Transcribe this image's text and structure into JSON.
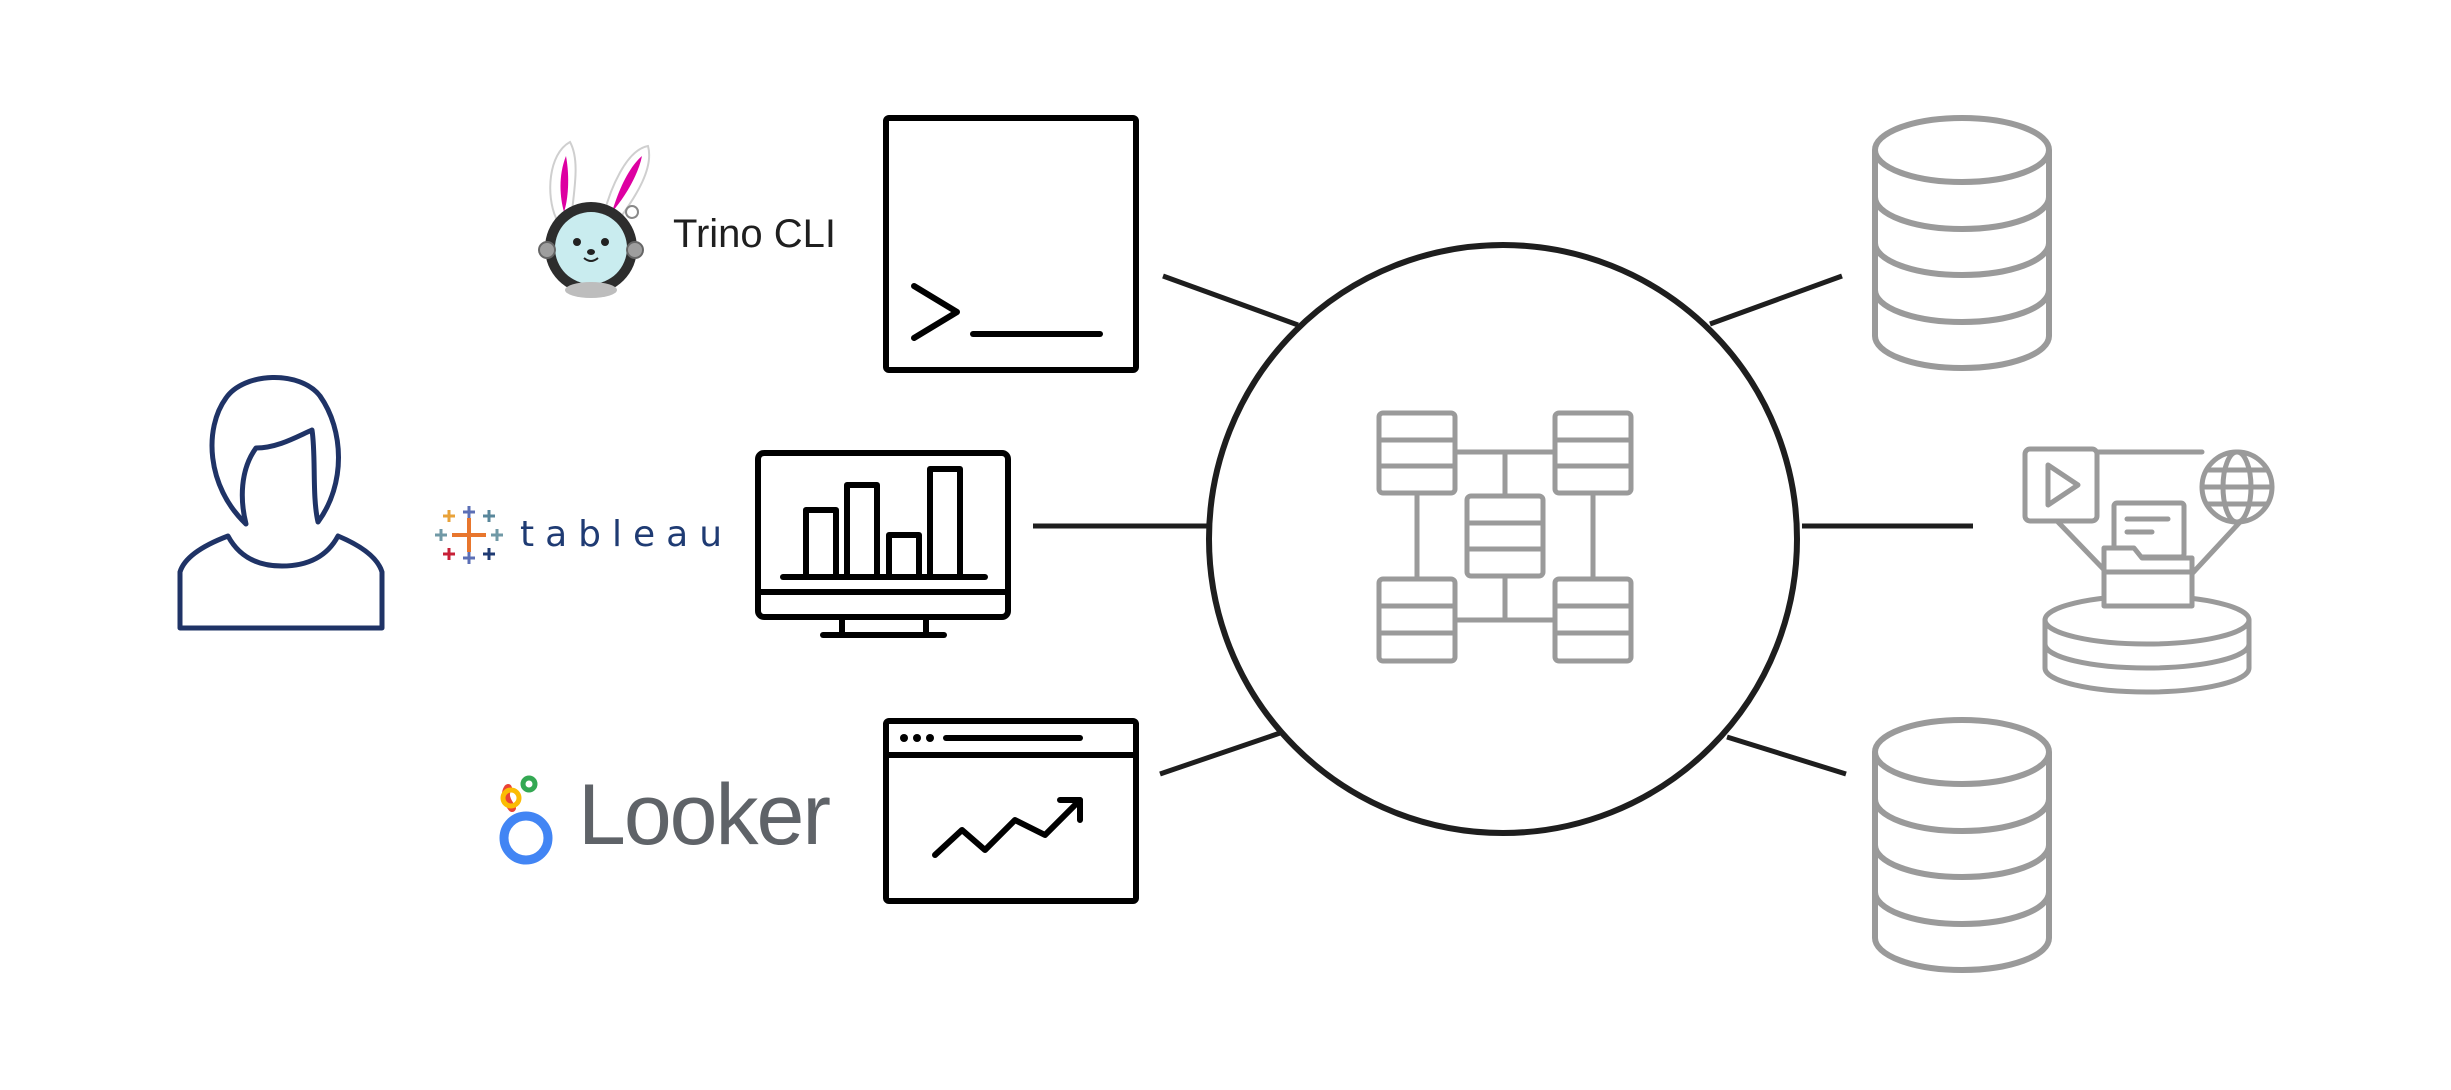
{
  "diagram": {
    "clients": [
      {
        "name": "Trino CLI",
        "icon": "terminal-icon",
        "logo": "trino-bunny-logo"
      },
      {
        "name": "tableau",
        "icon": "dashboard-monitor-icon",
        "logo": "tableau-plus-logo"
      },
      {
        "name": "Looker",
        "icon": "browser-chart-icon",
        "logo": "looker-logo"
      }
    ],
    "user_icon": "user-icon",
    "hub_icon": "distributed-nodes-icon",
    "sources": [
      {
        "icon": "database-icon"
      },
      {
        "icon": "media-files-web-data-lake-icon"
      },
      {
        "icon": "database-icon"
      }
    ],
    "colors": {
      "line": "#1e1e1e",
      "user": "#1f3366",
      "gray_icon": "#9a9a9a",
      "tableau_text": "#1f3b73",
      "looker_text": "#5f6368",
      "trino_pink": "#dd00a1",
      "trino_face": "#c9ecef",
      "tableau_orange": "#e8762d",
      "tableau_blue": "#5b6fb6",
      "tableau_red": "#c72037",
      "tableau_teal": "#59879b",
      "looker_blue": "#4285f4",
      "looker_red": "#ea4335",
      "looker_yellow": "#fbbc04",
      "looker_green": "#34a853"
    }
  }
}
